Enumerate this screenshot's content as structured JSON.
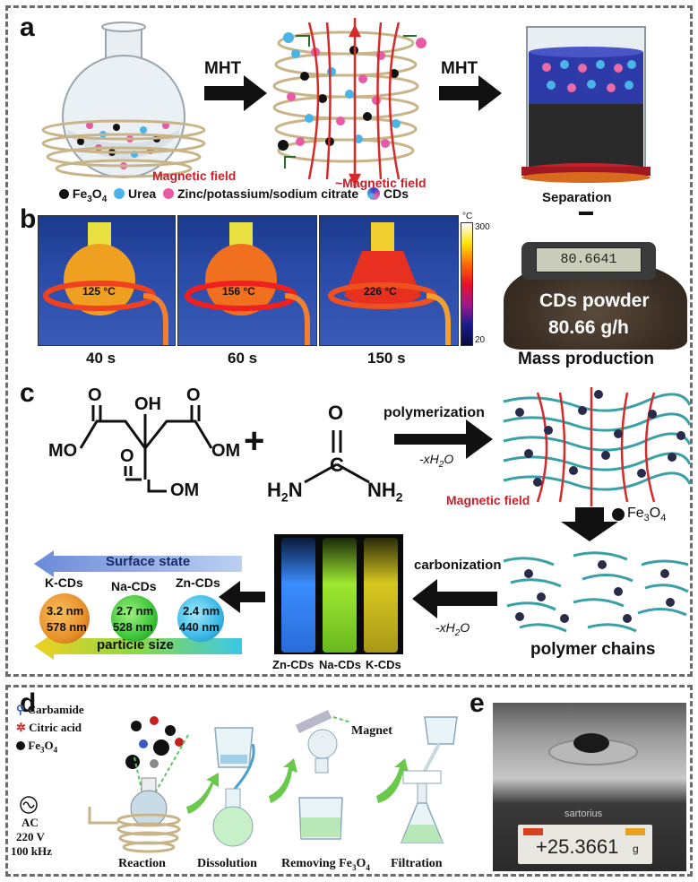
{
  "panels": {
    "a": "a",
    "b": "b",
    "c": "c",
    "d": "d",
    "e": "e"
  },
  "panel_a": {
    "arrow1": "MHT",
    "arrow2": "MHT",
    "magnetic_field_left": "Magnetic field",
    "magnetic_field_right": "~Magnetic field",
    "legend": {
      "fe3o4": "Fe",
      "fe3o4_sub3": "3",
      "fe3o4_o": "O",
      "fe3o4_sub4": "4",
      "urea": "Urea",
      "citrate": "Zinc/potassium/sodium citrate",
      "cds": "CDs"
    },
    "separation": "Separation"
  },
  "panel_b": {
    "images": [
      {
        "time": "40 s",
        "temp": "125 °C"
      },
      {
        "time": "60 s",
        "temp": "156 °C"
      },
      {
        "time": "150 s",
        "temp": "226 °C"
      }
    ],
    "scale_unit": "°C",
    "scale_max": "300",
    "scale_min": "20",
    "scale_colors": [
      "#ffffff",
      "#ffe400",
      "#ff6a00",
      "#e8102a",
      "#a0188c",
      "#1a1c8c",
      "#0a0a40"
    ],
    "scale_display": "80.66",
    "scale_display_extra": "41",
    "powder_title": "CDs powder",
    "powder_rate": "80.66 g/h",
    "mass_production": "Mass production"
  },
  "panel_c": {
    "oh": "OH",
    "mo": "MO",
    "om_right": "OM",
    "om_bottom": "OM",
    "o1": "O",
    "o2": "O",
    "o3": "O",
    "plus": "+",
    "urea_o": "O",
    "urea_c": "C",
    "h2n": "H",
    "h2n_sub": "2",
    "h2n_n": "N",
    "nh2_n": "NH",
    "nh2_sub": "2",
    "polymerization": "polymerization",
    "water_loss_1": "-xH",
    "water_loss_1_sub": "2",
    "water_loss_1_o": "O",
    "magnetic_field": "Magnetic field",
    "fe3o4": "Fe",
    "fe3o4_sub3": "3",
    "fe3o4_o": "O",
    "fe3o4_sub4": "4",
    "surface_state": "Surface state",
    "particle_size": "particle size",
    "dots": [
      {
        "name": "K-CDs",
        "size": "3.2 nm",
        "wavelength": "578 nm",
        "color": "#e8902a"
      },
      {
        "name": "Na-CDs",
        "size": "2.7 nm",
        "wavelength": "528 nm",
        "color": "#3cc43a"
      },
      {
        "name": "Zn-CDs",
        "size": "2.4 nm",
        "wavelength": "440 nm",
        "color": "#3ab8e8"
      }
    ],
    "vials": [
      {
        "name": "Zn-CDs",
        "color": "#3a8cff"
      },
      {
        "name": "Na-CDs",
        "color": "#9ee830"
      },
      {
        "name": "K-CDs",
        "color": "#d8c820"
      }
    ],
    "carbonization": "carbonization",
    "water_loss_2": "-xH",
    "water_loss_2_sub": "2",
    "water_loss_2_o": "O",
    "polymer_chains": "polymer chains"
  },
  "panel_d": {
    "legend": {
      "carbamide": "Carbamide",
      "citric_acid": "Citric acid",
      "fe3o4": "Fe",
      "fe3o4_sub3": "3",
      "fe3o4_o": "O",
      "fe3o4_sub4": "4"
    },
    "ac": "AC",
    "voltage": "220 V",
    "frequency": "100 kHz",
    "magnet": "Magnet",
    "steps": {
      "reaction": "Reaction",
      "dissolution": "Dissolution",
      "removing": "Removing Fe",
      "removing_sub3": "3",
      "removing_o": "O",
      "removing_sub4": "4",
      "filtration": "Filtration"
    }
  },
  "panel_e": {
    "brand": "sartorius",
    "reading": "+25.3661",
    "unit": "g"
  }
}
